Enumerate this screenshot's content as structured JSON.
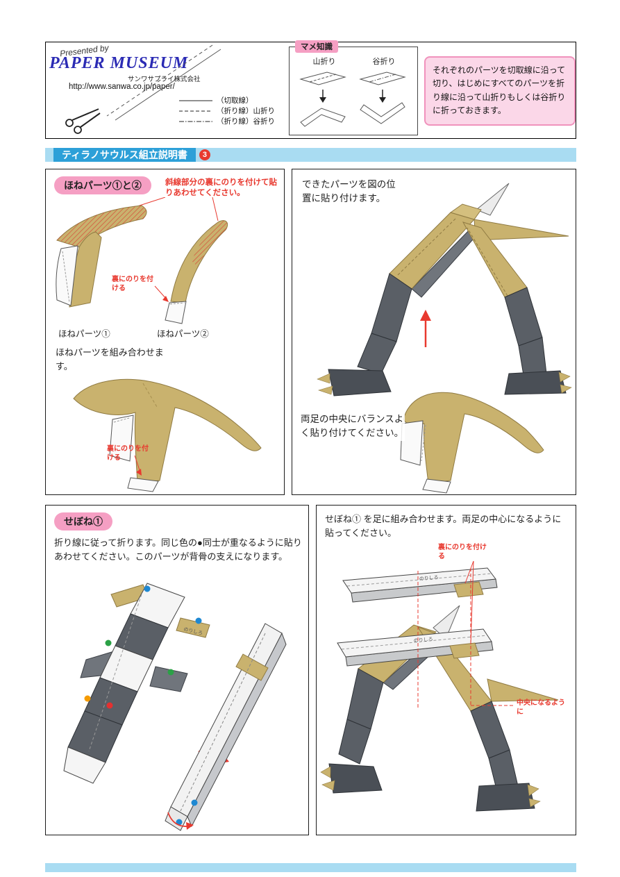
{
  "header": {
    "presented_by": "Presented by",
    "logo": "PAPER MUSEUM",
    "company": "サンワサプライ株式会社",
    "url": "http://www.sanwa.co.jp/paper/",
    "legend": {
      "cut": "（切取線）",
      "mountain": "（折り線）山折り",
      "valley": "（折り線）谷折り"
    },
    "tips": {
      "title": "マメ知識",
      "mountain_label": "山折り",
      "valley_label": "谷折り"
    },
    "notice": "それぞれのパーツを切取線に沿って切り、はじめにすべてのパーツを折り線に沿って山折りもしくは谷折りに折っておきます。"
  },
  "title_bar": {
    "title": "ティラノサウルス組立説明書",
    "number": "3"
  },
  "panel1": {
    "label": "ほねパーツ①と②",
    "hatch_note": "斜線部分の裏にのりを付けて貼りあわせてください。",
    "glue_note": "裏にのりを付ける",
    "part1_caption": "ほねパーツ①",
    "part2_caption": "ほねパーツ②",
    "combine_text": "ほねパーツを組み合わせます。",
    "glue_note2": "裏にのりを付ける"
  },
  "panel2": {
    "place_text": "できたパーツを図の位置に貼り付けます。",
    "balance_text": "両足の中央にバランスよく貼り付けてください。"
  },
  "panel3": {
    "label": "せぼね①",
    "fold_text": "折り線に従って折ります。同じ色の●同士が重なるように貼りあわせてください。このパーツが背骨の支えになります。",
    "glue_tab": "のりしろ",
    "dot_colors": {
      "blue": "#1E88D2",
      "green": "#2BA146",
      "orange": "#F59B00",
      "red": "#E53030"
    }
  },
  "panel4": {
    "text": "せぼね① を足に組み合わせます。両足の中心になるように貼ってください。",
    "glue_note": "裏にのりを付ける",
    "center_note": "中央になるように",
    "glue_tab": "のりしろ"
  },
  "colors": {
    "accent_red": "#E8392F",
    "pink_label": "#F59FC3",
    "notice_bg": "#FBD7E8",
    "title_label_blue": "#2DA0D8",
    "bar_blue": "#A9DCF2",
    "part_tan": "#C9B26E",
    "leg_gray": "#5A5F66"
  }
}
